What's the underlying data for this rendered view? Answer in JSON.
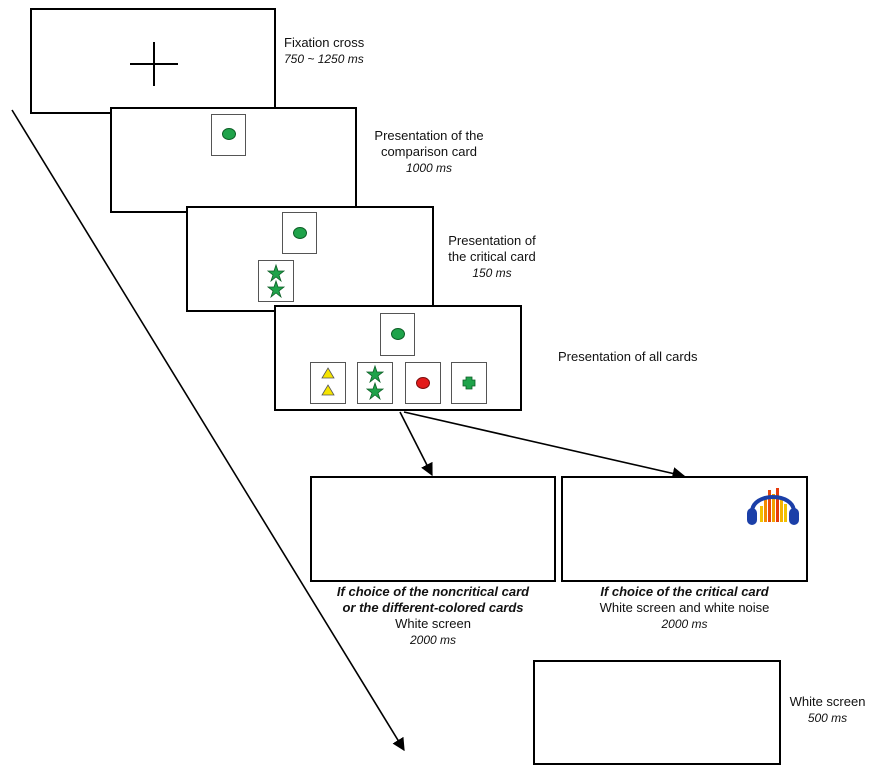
{
  "steps": {
    "fixation": {
      "title": "Fixation cross",
      "duration": "750 ~ 1250 ms"
    },
    "comparison": {
      "line1": "Presentation of the",
      "line2": "comparison card",
      "duration": "1000 ms"
    },
    "critical": {
      "line1": "Presentation of",
      "line2": "the critical card",
      "duration": "150 ms"
    },
    "all_cards": {
      "title": "Presentation of all cards"
    },
    "noncritical_choice": {
      "line1": "If choice of the noncritical card",
      "line2": "or the different-colored cards",
      "screen": "White screen",
      "duration": "2000 ms"
    },
    "critical_choice": {
      "line1": "If choice of the critical card",
      "screen": "White screen and white noise",
      "duration": "2000 ms"
    },
    "final": {
      "screen": "White screen",
      "duration": "500 ms"
    }
  },
  "colors": {
    "green": "#1fa34a",
    "yellow": "#f5e400",
    "red": "#e31a1a",
    "headphone_blue": "#1b3fa8"
  },
  "icons": [
    "fixation-cross-icon",
    "green-circle-icon",
    "green-star-icon",
    "yellow-triangle-icon",
    "red-circle-icon",
    "green-cross-icon",
    "headphones-icon"
  ]
}
